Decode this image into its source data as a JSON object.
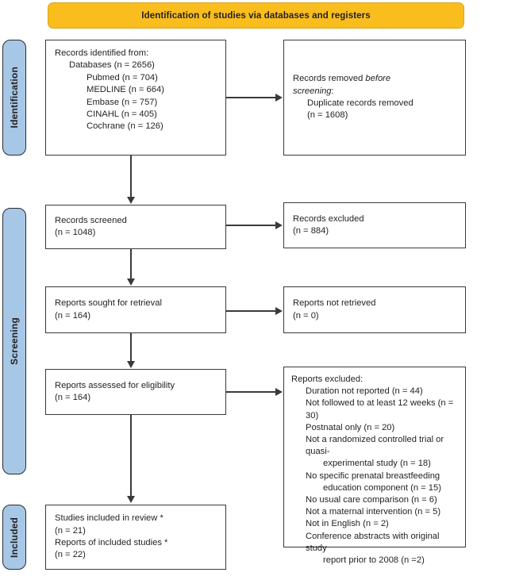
{
  "banner": {
    "title": "Identification of studies via databases and registers"
  },
  "stages": {
    "identification": "Identification",
    "screening": "Screening",
    "included": "Included"
  },
  "boxes": {
    "records_identified": {
      "lines": [
        {
          "text": "Records identified from:",
          "indent": 0
        },
        {
          "text": "Databases (n = 2656)",
          "indent": 1
        },
        {
          "text": "Pubmed (n = 704)",
          "indent": 2
        },
        {
          "text": "MEDLINE (n = 664)",
          "indent": 2
        },
        {
          "text": "Embase (n = 757)",
          "indent": 2
        },
        {
          "text": "CINAHL (n = 405)",
          "indent": 2
        },
        {
          "text": "Cochrane (n = 126)",
          "indent": 2
        }
      ]
    },
    "records_removed": {
      "line1_plain": "Records removed ",
      "line1_italic": "before",
      "line2_italic": "screening",
      "line2_plain": ":",
      "line3": "Duplicate records removed",
      "line4": "(n = 1608)"
    },
    "records_screened": {
      "label": "Records screened",
      "count": "(n = 1048)"
    },
    "records_excluded": {
      "label": "Records excluded",
      "count": "(n = 884)"
    },
    "reports_sought": {
      "label": "Reports sought for retrieval",
      "count": "(n = 164)"
    },
    "reports_not_retrieved": {
      "label": "Reports not retrieved",
      "count": "(n = 0)"
    },
    "reports_assessed": {
      "label": "Reports assessed for eligibility",
      "count": "(n = 164)"
    },
    "reports_excluded": {
      "heading": "Reports excluded:",
      "reasons": [
        {
          "text": "Duration not reported (n = 44)",
          "hang": false
        },
        {
          "text": "Not followed to at least 12 weeks (n = 30)",
          "hang": false
        },
        {
          "text": "Postnatal only (n = 20)",
          "hang": false
        },
        {
          "text": "Not a randomized controlled trial or quasi-",
          "hang": false
        },
        {
          "text": "experimental study (n = 18)",
          "hang": true
        },
        {
          "text": "No specific prenatal breastfeeding",
          "hang": false
        },
        {
          "text": "education component (n = 15)",
          "hang": true
        },
        {
          "text": "No usual care comparison (n = 6)",
          "hang": false
        },
        {
          "text": "Not a maternal intervention (n = 5)",
          "hang": false
        },
        {
          "text": "Not in English (n = 2)",
          "hang": false
        },
        {
          "text": "Conference abstracts with original study",
          "hang": false
        },
        {
          "text": "report prior to 2008 (n =2)",
          "hang": true
        }
      ]
    },
    "studies_included": {
      "line1": "Studies included in review *",
      "line2": "(n = 21)",
      "line3": "Reports of included studies *",
      "line4": "(n = 22)"
    }
  },
  "colors": {
    "banner_fill": "#F9BE1E",
    "stage_fill": "#A7C7E7",
    "box_border": "#3a3a3a",
    "text": "#231f20"
  }
}
